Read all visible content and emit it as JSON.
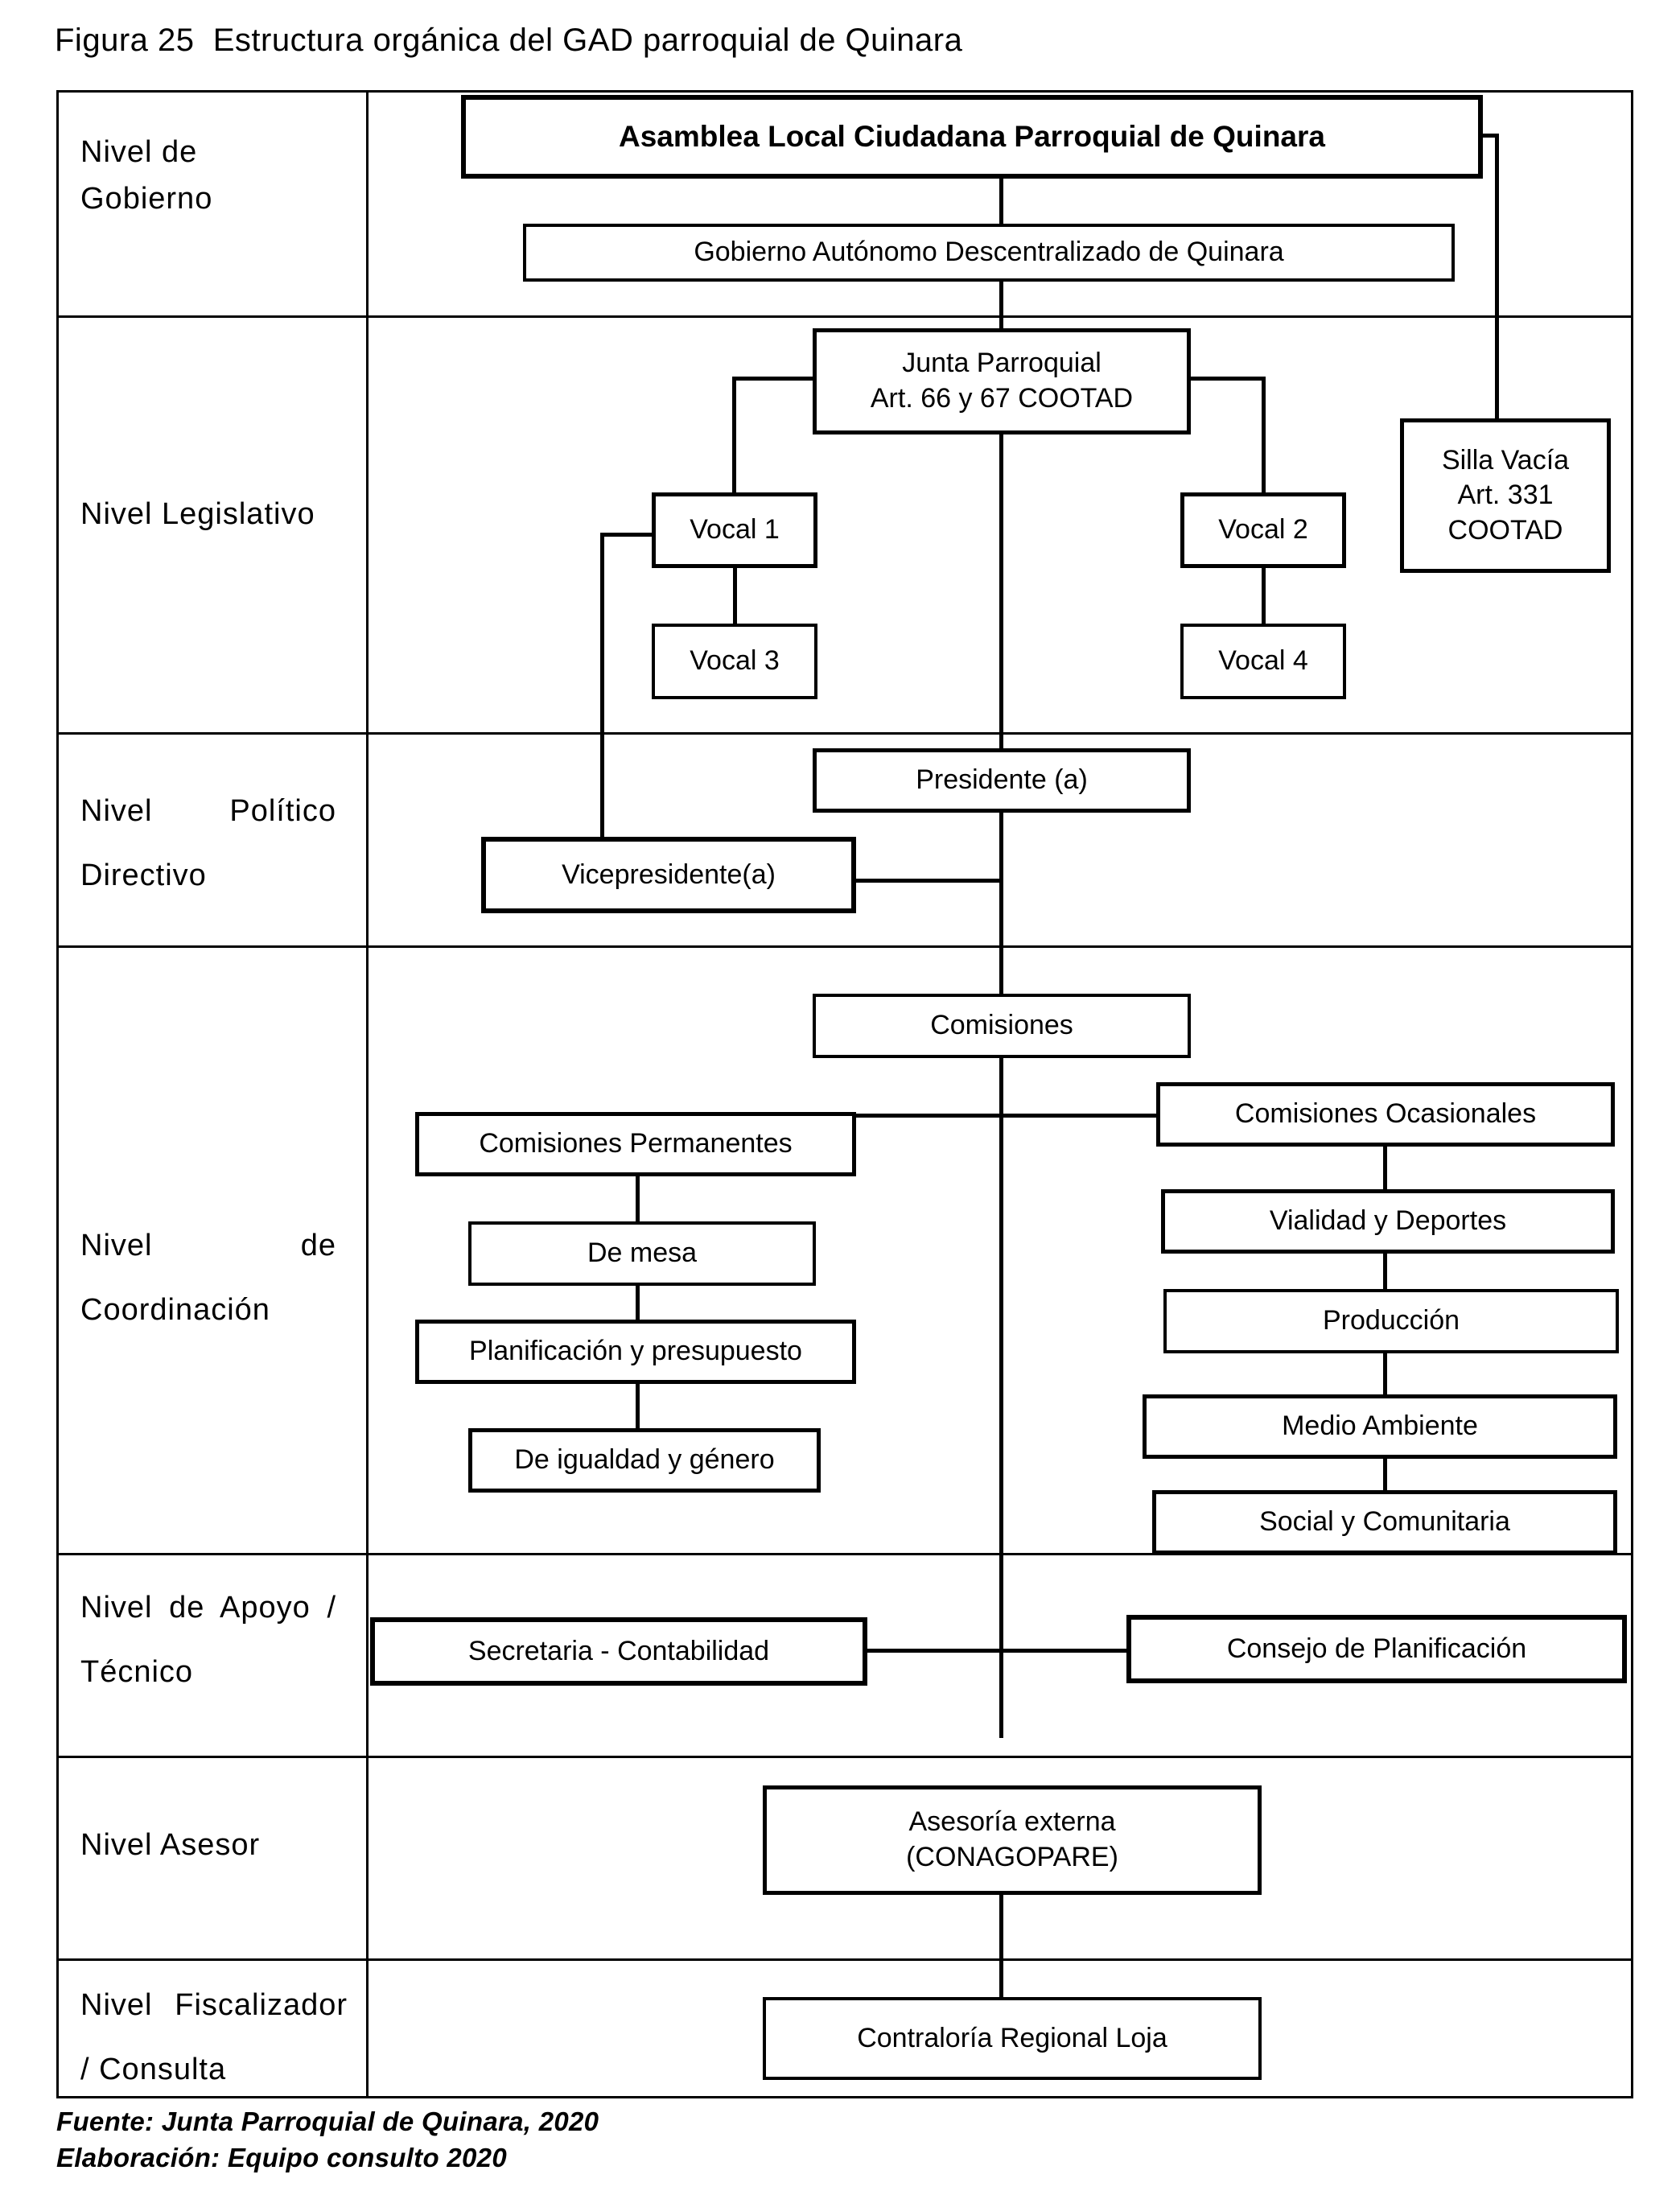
{
  "figure": {
    "title": "Figura 25  Estructura orgánica del GAD parroquial de Quinara",
    "source": "Fuente: Junta Parroquial de Quinara, 2020",
    "elaboration": "Elaboración: Equipo consulto 2020"
  },
  "levels": {
    "gobierno": {
      "line1": "Nivel de",
      "line2": "Gobierno"
    },
    "legislativo": {
      "line1": "Nivel Legislativo"
    },
    "politico": {
      "line1": "Nivel Político",
      "line2": "Directivo"
    },
    "coordinacion": {
      "line1": "Nivel de",
      "line2": "Coordinación"
    },
    "apoyo": {
      "line1": "Nivel de Apoyo /",
      "line2": "Técnico"
    },
    "asesor": {
      "line1": "Nivel Asesor"
    },
    "fiscalizador": {
      "line1": "Nivel Fiscalizador",
      "line2": "/ Consulta"
    }
  },
  "nodes": {
    "asamblea": {
      "line1": "Asamblea Local Ciudadana Parroquial de Quinara"
    },
    "gad": {
      "line1": "Gobierno Autónomo Descentralizado de Quinara"
    },
    "junta": {
      "line1": "Junta Parroquial",
      "line2": "Art. 66 y 67 COOTAD"
    },
    "silla_vacia": {
      "line1": "Silla Vacía",
      "line2": "Art. 331",
      "line3": "COOTAD"
    },
    "vocal1": {
      "line1": "Vocal 1"
    },
    "vocal2": {
      "line1": "Vocal 2"
    },
    "vocal3": {
      "line1": "Vocal 3"
    },
    "vocal4": {
      "line1": "Vocal 4"
    },
    "presidente": {
      "line1": "Presidente (a)"
    },
    "vicepresidente": {
      "line1": "Vicepresidente(a)"
    },
    "comisiones": {
      "line1": "Comisiones"
    },
    "comisiones_permanentes": {
      "line1": "Comisiones Permanentes"
    },
    "comisiones_ocasionales": {
      "line1": "Comisiones Ocasionales"
    },
    "de_mesa": {
      "line1": "De mesa"
    },
    "vialidad_deportes": {
      "line1": "Vialidad y Deportes"
    },
    "planificacion_presupuesto": {
      "line1": "Planificación y presupuesto"
    },
    "igualdad_genero": {
      "line1": "De igualdad y género"
    },
    "produccion": {
      "line1": "Producción"
    },
    "medio_ambiente": {
      "line1": "Medio Ambiente"
    },
    "social_comunitaria": {
      "line1": "Social y Comunitaria"
    },
    "secretaria_contabilidad": {
      "line1": "Secretaria - Contabilidad"
    },
    "consejo_planificacion": {
      "line1": "Consejo de Planificación"
    },
    "asesoria_externa": {
      "line1": "Asesoría externa",
      "line2": "(CONAGOPARE)"
    },
    "contraloria": {
      "line1": "Contraloría Regional Loja"
    }
  }
}
